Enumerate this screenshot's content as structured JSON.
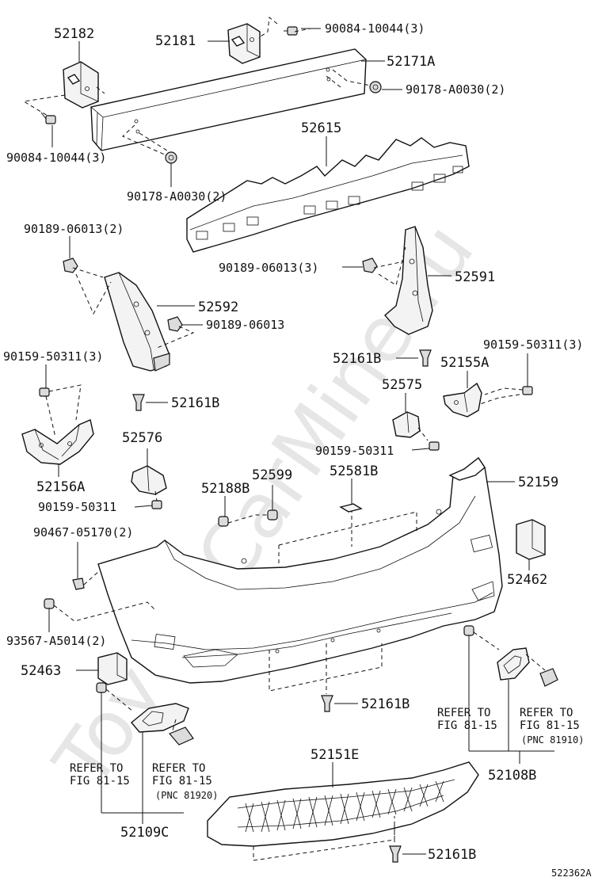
{
  "watermark": "ToyotaCarMine.ru",
  "diagram_id": "522362A",
  "labels": {
    "p52182": "52182",
    "p52181": "52181",
    "p90084_top": "90084-10044(3)",
    "p52171A": "52171A",
    "p90178_right": "90178-A0030(2)",
    "p90084_left": "90084-10044(3)",
    "p52615": "52615",
    "p90178_left": "90178-A0030(2)",
    "p90189_left2": "90189-06013(2)",
    "p90189_mid3": "90189-06013(3)",
    "p52591": "52591",
    "p52592": "52592",
    "p90189_single": "90189-06013",
    "p90159_left3": "90159-50311(3)",
    "p52161B_right": "52161B",
    "p90159_right3": "90159-50311(3)",
    "p52155A": "52155A",
    "p52575": "52575",
    "p52161B_left": "52161B",
    "p90159_mid": "90159-50311",
    "p52576": "52576",
    "p52156A": "52156A",
    "p52599": "52599",
    "p52581B": "52581B",
    "p52159": "52159",
    "p52188B": "52188B",
    "p90159_lower": "90159-50311",
    "p90467": "90467-05170(2)",
    "p52462": "52462",
    "p93567": "93567-A5014(2)",
    "p52463": "52463",
    "p52161B_center": "52161B",
    "p52108B": "52108B",
    "p52151E": "52151E",
    "p52109C": "52109C",
    "p52161B_bottom": "52161B"
  },
  "refs": {
    "right_refer_a_line1": "REFER TO",
    "right_refer_a_line2": "FIG 81-15",
    "right_refer_b_line1": "REFER TO",
    "right_refer_b_line2": "FIG 81-15",
    "right_pnc": "(PNC 81910)",
    "left_refer_a_line1": "REFER TO",
    "left_refer_a_line2": "FIG 81-15",
    "left_refer_b_line1": "REFER TO",
    "left_refer_b_line2": "FIG 81-15",
    "left_pnc": "(PNC 81920)"
  }
}
